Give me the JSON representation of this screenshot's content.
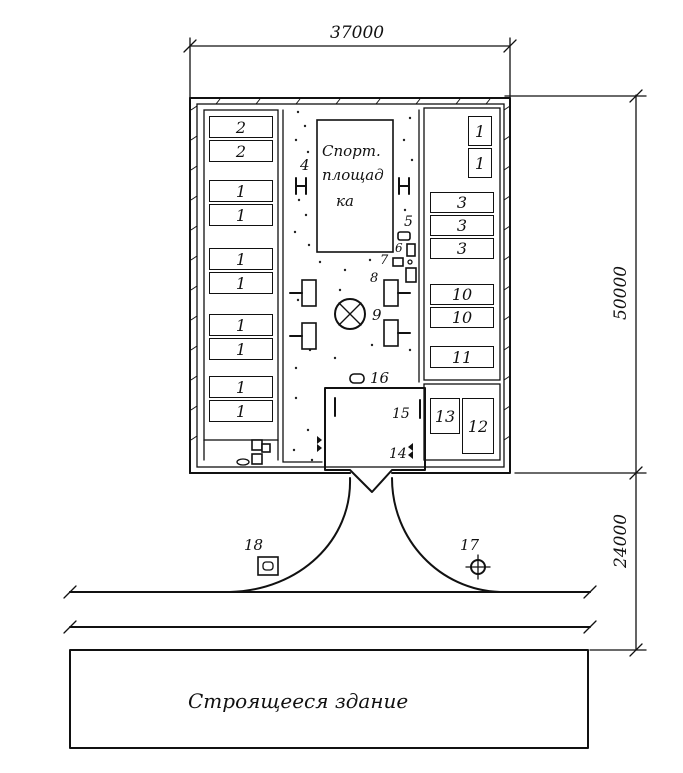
{
  "dimensions": {
    "width_total": "37000",
    "height_total": "50000",
    "entrance_depth": "24000"
  },
  "sport_area": {
    "line1": "Спорт.",
    "line2": "площад",
    "line3": "ка"
  },
  "left_column_labels": [
    "2",
    "2",
    "1",
    "1",
    "1",
    "1",
    "1",
    "1",
    "1",
    "1"
  ],
  "right_column_labels": [
    "1",
    "1",
    "3",
    "3",
    "3",
    "10",
    "10",
    "11"
  ],
  "small_rooms": [
    "13",
    "12"
  ],
  "markers": {
    "n4": "4",
    "n5": "5",
    "n6": "6",
    "n7": "7",
    "n8": "8",
    "n9": "9",
    "n14": "14",
    "n15": "15",
    "n16": "16",
    "n17": "17",
    "n18": "18"
  },
  "building": {
    "label": "Строящееся здание"
  }
}
